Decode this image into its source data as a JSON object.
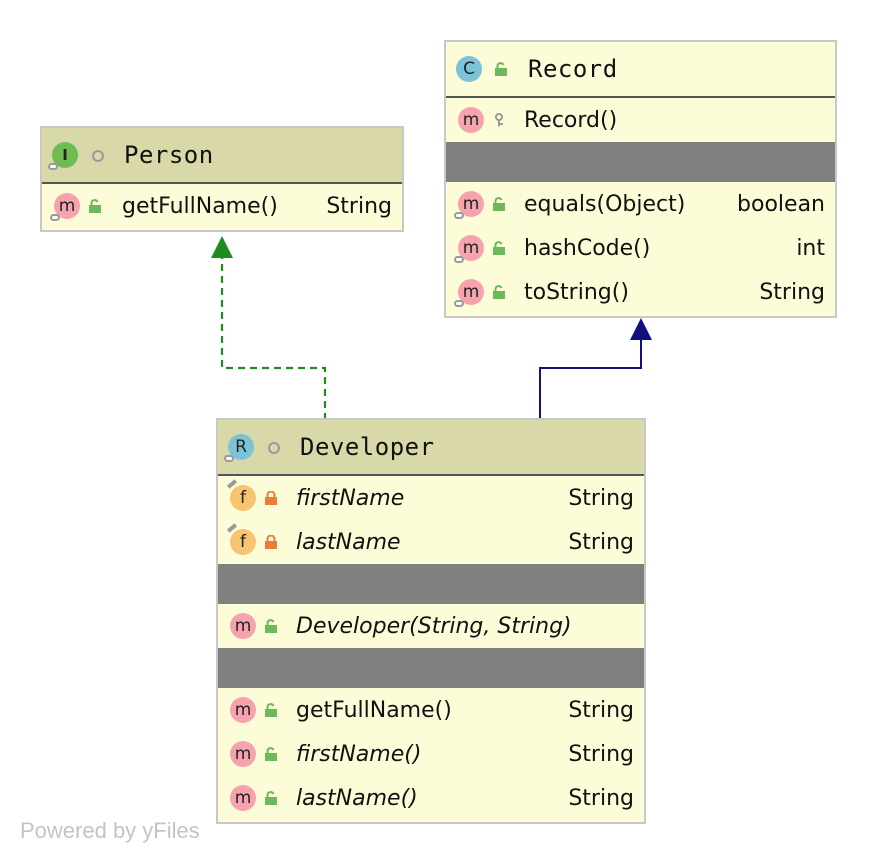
{
  "diagram": {
    "credit": "Powered by yFiles",
    "colors": {
      "implements": "#1e8c1e",
      "extends": "#101080",
      "header_bg": "#d8d8a8",
      "body_bg": "#fcfcd8",
      "separator": "#808080"
    },
    "edges": [
      {
        "from": "Developer",
        "to": "Person",
        "kind": "implements",
        "style": "dashed"
      },
      {
        "from": "Developer",
        "to": "Record",
        "kind": "extends",
        "style": "solid"
      }
    ],
    "classes": {
      "person": {
        "kind_icon": "I",
        "title": "Person",
        "methods": [
          {
            "icon": "m",
            "name": "getFullName()",
            "type": "String"
          }
        ]
      },
      "record": {
        "kind_icon": "C",
        "title": "Record",
        "constructors": [
          {
            "icon": "m",
            "name": "Record()",
            "type": ""
          }
        ],
        "methods": [
          {
            "icon": "m",
            "name": "equals(Object)",
            "type": "boolean"
          },
          {
            "icon": "m",
            "name": "hashCode()",
            "type": "int"
          },
          {
            "icon": "m",
            "name": "toString()",
            "type": "String"
          }
        ]
      },
      "developer": {
        "kind_icon": "R",
        "title": "Developer",
        "fields": [
          {
            "icon": "f",
            "name": "firstName",
            "type": "String"
          },
          {
            "icon": "f",
            "name": "lastName",
            "type": "String"
          }
        ],
        "constructors": [
          {
            "icon": "m",
            "name": "Developer(String, String)",
            "type": ""
          }
        ],
        "methods": [
          {
            "icon": "m",
            "name": "getFullName()",
            "type": "String"
          },
          {
            "icon": "m",
            "name": "firstName()",
            "type": "String"
          },
          {
            "icon": "m",
            "name": "lastName()",
            "type": "String"
          }
        ]
      }
    }
  }
}
